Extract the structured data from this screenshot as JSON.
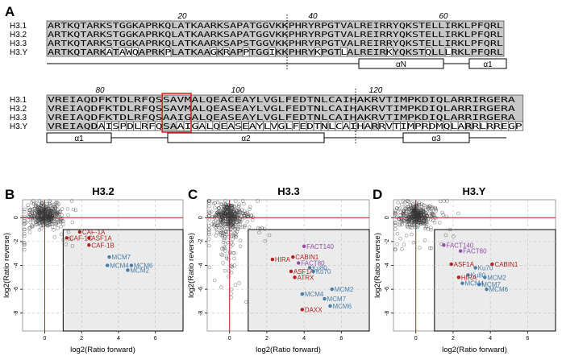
{
  "panel_labels": {
    "a": "A",
    "b": "B",
    "c": "C",
    "d": "D"
  },
  "alignment": {
    "block1": {
      "positions": [
        "20",
        "40",
        "60"
      ],
      "rows": [
        {
          "name": "H3.1",
          "seq": "ARTKQTARKSTGGKAPRKQLATKAARKSAPATGGVKKPHRYRPGTVALREIRRYQKSTELLIRKLPFQRL"
        },
        {
          "name": "H3.2",
          "seq": "ARTKQTARKSTGGKAPRKQLATKAARKSAPATGGVKKPHRYRPGTVALREIRRYQKSTELLIRKLPFQRL"
        },
        {
          "name": "H3.3",
          "seq": "ARTKQTARKSTGGKAPRKQLATKAARKSAPSTGGVKKPHRYRPGTVALREIRRYQKSTELLIRKLPFQRL"
        },
        {
          "name": "H3.Y",
          "seq": "ARTKQTARKATAWQAPRKPLATKAAGKRAPPTGGIKKPHRYKPGTLALREIRKYQKSTQLLLRKLPFQRL"
        }
      ],
      "structure": [
        {
          "label": "αN"
        },
        {
          "label": "α1"
        }
      ]
    },
    "block2": {
      "positions": [
        "80",
        "100",
        "120"
      ],
      "rows": [
        {
          "name": "H3.1",
          "seq": "VREIAQDFKTDLRFQSSAVMALQEACEAYLVGLFEDTNLCAIHAKRVTIMPKDIQLARRIRGERA"
        },
        {
          "name": "H3.2",
          "seq": "VREIAQDFKTDLRFQSSAVMALQEASEAYLVGLFEDTNLCAIHAKRVTIMPKDIQLARRIRGERA"
        },
        {
          "name": "H3.3",
          "seq": "VREIAQDFKTDLRFQSAAIGALQEASEAYLVGLFEDTNLCAIHAKRVTIMPKDIQLARRIRGERA"
        },
        {
          "name": "H3.Y",
          "seq": "VREIAQDAISPDLRFQSAAIGALQEASEAYLVGLFEDTNLCAIHARRVTIMPRDMQLARRLRREGP"
        }
      ],
      "structure": [
        {
          "label": "α1"
        },
        {
          "label": "α2"
        },
        {
          "label": "α3"
        }
      ]
    }
  },
  "chart_data": [
    {
      "type": "scatter",
      "title": "H3.2",
      "xlabel": "log2(Ratio forward)",
      "ylabel": "log2(Ratio reverse)",
      "xlim": [
        -1.2,
        7.5
      ],
      "ylim": [
        -9.5,
        1.5
      ],
      "xticks": [
        0,
        2,
        4,
        6
      ],
      "yticks": [
        0,
        -2,
        -4,
        -6,
        -8
      ],
      "labeled_points": [
        {
          "label": "CAF-1A",
          "x": 1.9,
          "y": -1.2,
          "color": "#b22222"
        },
        {
          "label": "CAF-1C",
          "x": 1.2,
          "y": -1.7,
          "color": "#b22222"
        },
        {
          "label": "ASF1A",
          "x": 2.4,
          "y": -1.7,
          "color": "#b22222"
        },
        {
          "label": "CAF-1B",
          "x": 2.4,
          "y": -2.3,
          "color": "#b22222"
        },
        {
          "label": "MCM7",
          "x": 3.5,
          "y": -3.3,
          "color": "#4a7ea8"
        },
        {
          "label": "MCM4",
          "x": 3.4,
          "y": -4.0,
          "color": "#4a7ea8"
        },
        {
          "label": "MCM6",
          "x": 4.7,
          "y": -4.0,
          "color": "#4a7ea8"
        },
        {
          "label": "MCM2",
          "x": 4.5,
          "y": -4.4,
          "color": "#4a7ea8"
        }
      ]
    },
    {
      "type": "scatter",
      "title": "H3.3",
      "xlabel": "log2(Ratio forward)",
      "ylabel": "log2(Ratio reverse)",
      "xlim": [
        -1.2,
        7.5
      ],
      "ylim": [
        -9.5,
        1.5
      ],
      "xticks": [
        0,
        2,
        4,
        6
      ],
      "yticks": [
        0,
        -2,
        -4,
        -6,
        -8
      ],
      "labeled_points": [
        {
          "label": "FACT140",
          "x": 4.0,
          "y": -2.4,
          "color": "#8e4fa8"
        },
        {
          "label": "CABIN1",
          "x": 3.4,
          "y": -3.3,
          "color": "#b22222"
        },
        {
          "label": "HIRA",
          "x": 2.3,
          "y": -3.5,
          "color": "#b22222"
        },
        {
          "label": "FACT80",
          "x": 3.7,
          "y": -3.8,
          "color": "#8e4fa8"
        },
        {
          "label": "Ku80",
          "x": 4.3,
          "y": -4.2,
          "color": "#4a7ea8"
        },
        {
          "label": "ASF1A",
          "x": 3.3,
          "y": -4.5,
          "color": "#b22222"
        },
        {
          "label": "Ku70",
          "x": 4.5,
          "y": -4.5,
          "color": "#4a7ea8"
        },
        {
          "label": "ATRX",
          "x": 3.5,
          "y": -5.0,
          "color": "#b22222"
        },
        {
          "label": "MCM2",
          "x": 5.5,
          "y": -6.0,
          "color": "#4a7ea8"
        },
        {
          "label": "MCM4",
          "x": 3.9,
          "y": -6.4,
          "color": "#4a7ea8"
        },
        {
          "label": "MCM7",
          "x": 5.1,
          "y": -6.8,
          "color": "#4a7ea8"
        },
        {
          "label": "MCM6",
          "x": 5.4,
          "y": -7.4,
          "color": "#4a7ea8"
        },
        {
          "label": "DAXX",
          "x": 3.9,
          "y": -7.7,
          "color": "#b22222"
        }
      ]
    },
    {
      "type": "scatter",
      "title": "H3.Y",
      "xlabel": "log2(Ratio forward)",
      "ylabel": "log2(Ratio reverse)",
      "xlim": [
        -1.2,
        7.5
      ],
      "ylim": [
        -9.5,
        1.5
      ],
      "xticks": [
        0,
        2,
        4,
        6
      ],
      "yticks": [
        0,
        -2,
        -4,
        -6,
        -8
      ],
      "labeled_points": [
        {
          "label": "FACT140",
          "x": 1.5,
          "y": -2.3,
          "color": "#8e4fa8"
        },
        {
          "label": "FACT80",
          "x": 2.4,
          "y": -2.8,
          "color": "#8e4fa8"
        },
        {
          "label": "ASF1A",
          "x": 1.9,
          "y": -3.9,
          "color": "#b22222"
        },
        {
          "label": "CABIN1",
          "x": 4.1,
          "y": -3.9,
          "color": "#b22222"
        },
        {
          "label": "Ku70",
          "x": 3.2,
          "y": -4.2,
          "color": "#4a7ea8"
        },
        {
          "label": "Ku80",
          "x": 2.8,
          "y": -4.8,
          "color": "#4a7ea8"
        },
        {
          "label": "HIRA",
          "x": 2.3,
          "y": -5.0,
          "color": "#b22222"
        },
        {
          "label": "MCM2",
          "x": 3.7,
          "y": -5.0,
          "color": "#4a7ea8"
        },
        {
          "label": "MCM4",
          "x": 2.5,
          "y": -5.5,
          "color": "#4a7ea8"
        },
        {
          "label": "MCM7",
          "x": 3.4,
          "y": -5.6,
          "color": "#4a7ea8"
        },
        {
          "label": "MCM6",
          "x": 3.8,
          "y": -6.0,
          "color": "#4a7ea8"
        }
      ]
    }
  ]
}
